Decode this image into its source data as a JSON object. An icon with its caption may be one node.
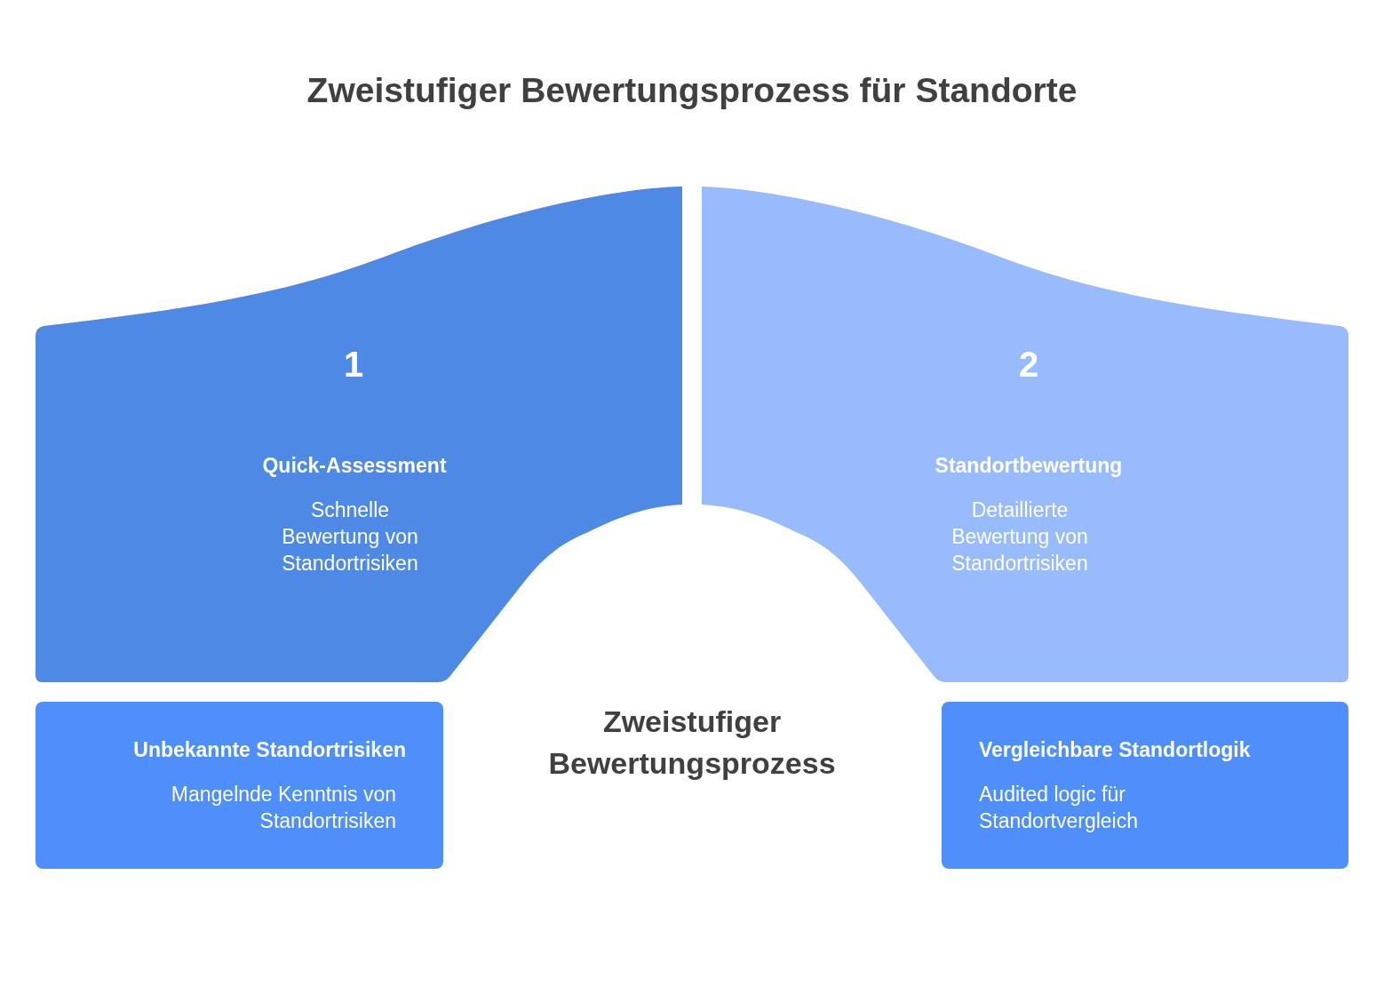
{
  "diagram": {
    "title": "Zweistufiger Bewertungsprozess für Standorte",
    "nodes": [
      {
        "text": [
          "1",
          "Quick-Assessment",
          "Schnelle Bewertung von Standortrisiken"
        ]
      },
      {
        "text": [
          "2",
          "Standortbewertung",
          "Detaillierte Bewertung von Standortrisiken"
        ]
      },
      {
        "text": [
          "Unbekannte Standortrisiken",
          "Mangelnde Kenntnis von Standortrisiken"
        ]
      },
      {
        "text": [
          "Vergleichbare Standortlogik",
          "Audited logic für Standortvergleich"
        ]
      }
    ],
    "edges": [],
    "labels": [
      "Zweistufiger Bewertungsprozess"
    ]
  }
}
